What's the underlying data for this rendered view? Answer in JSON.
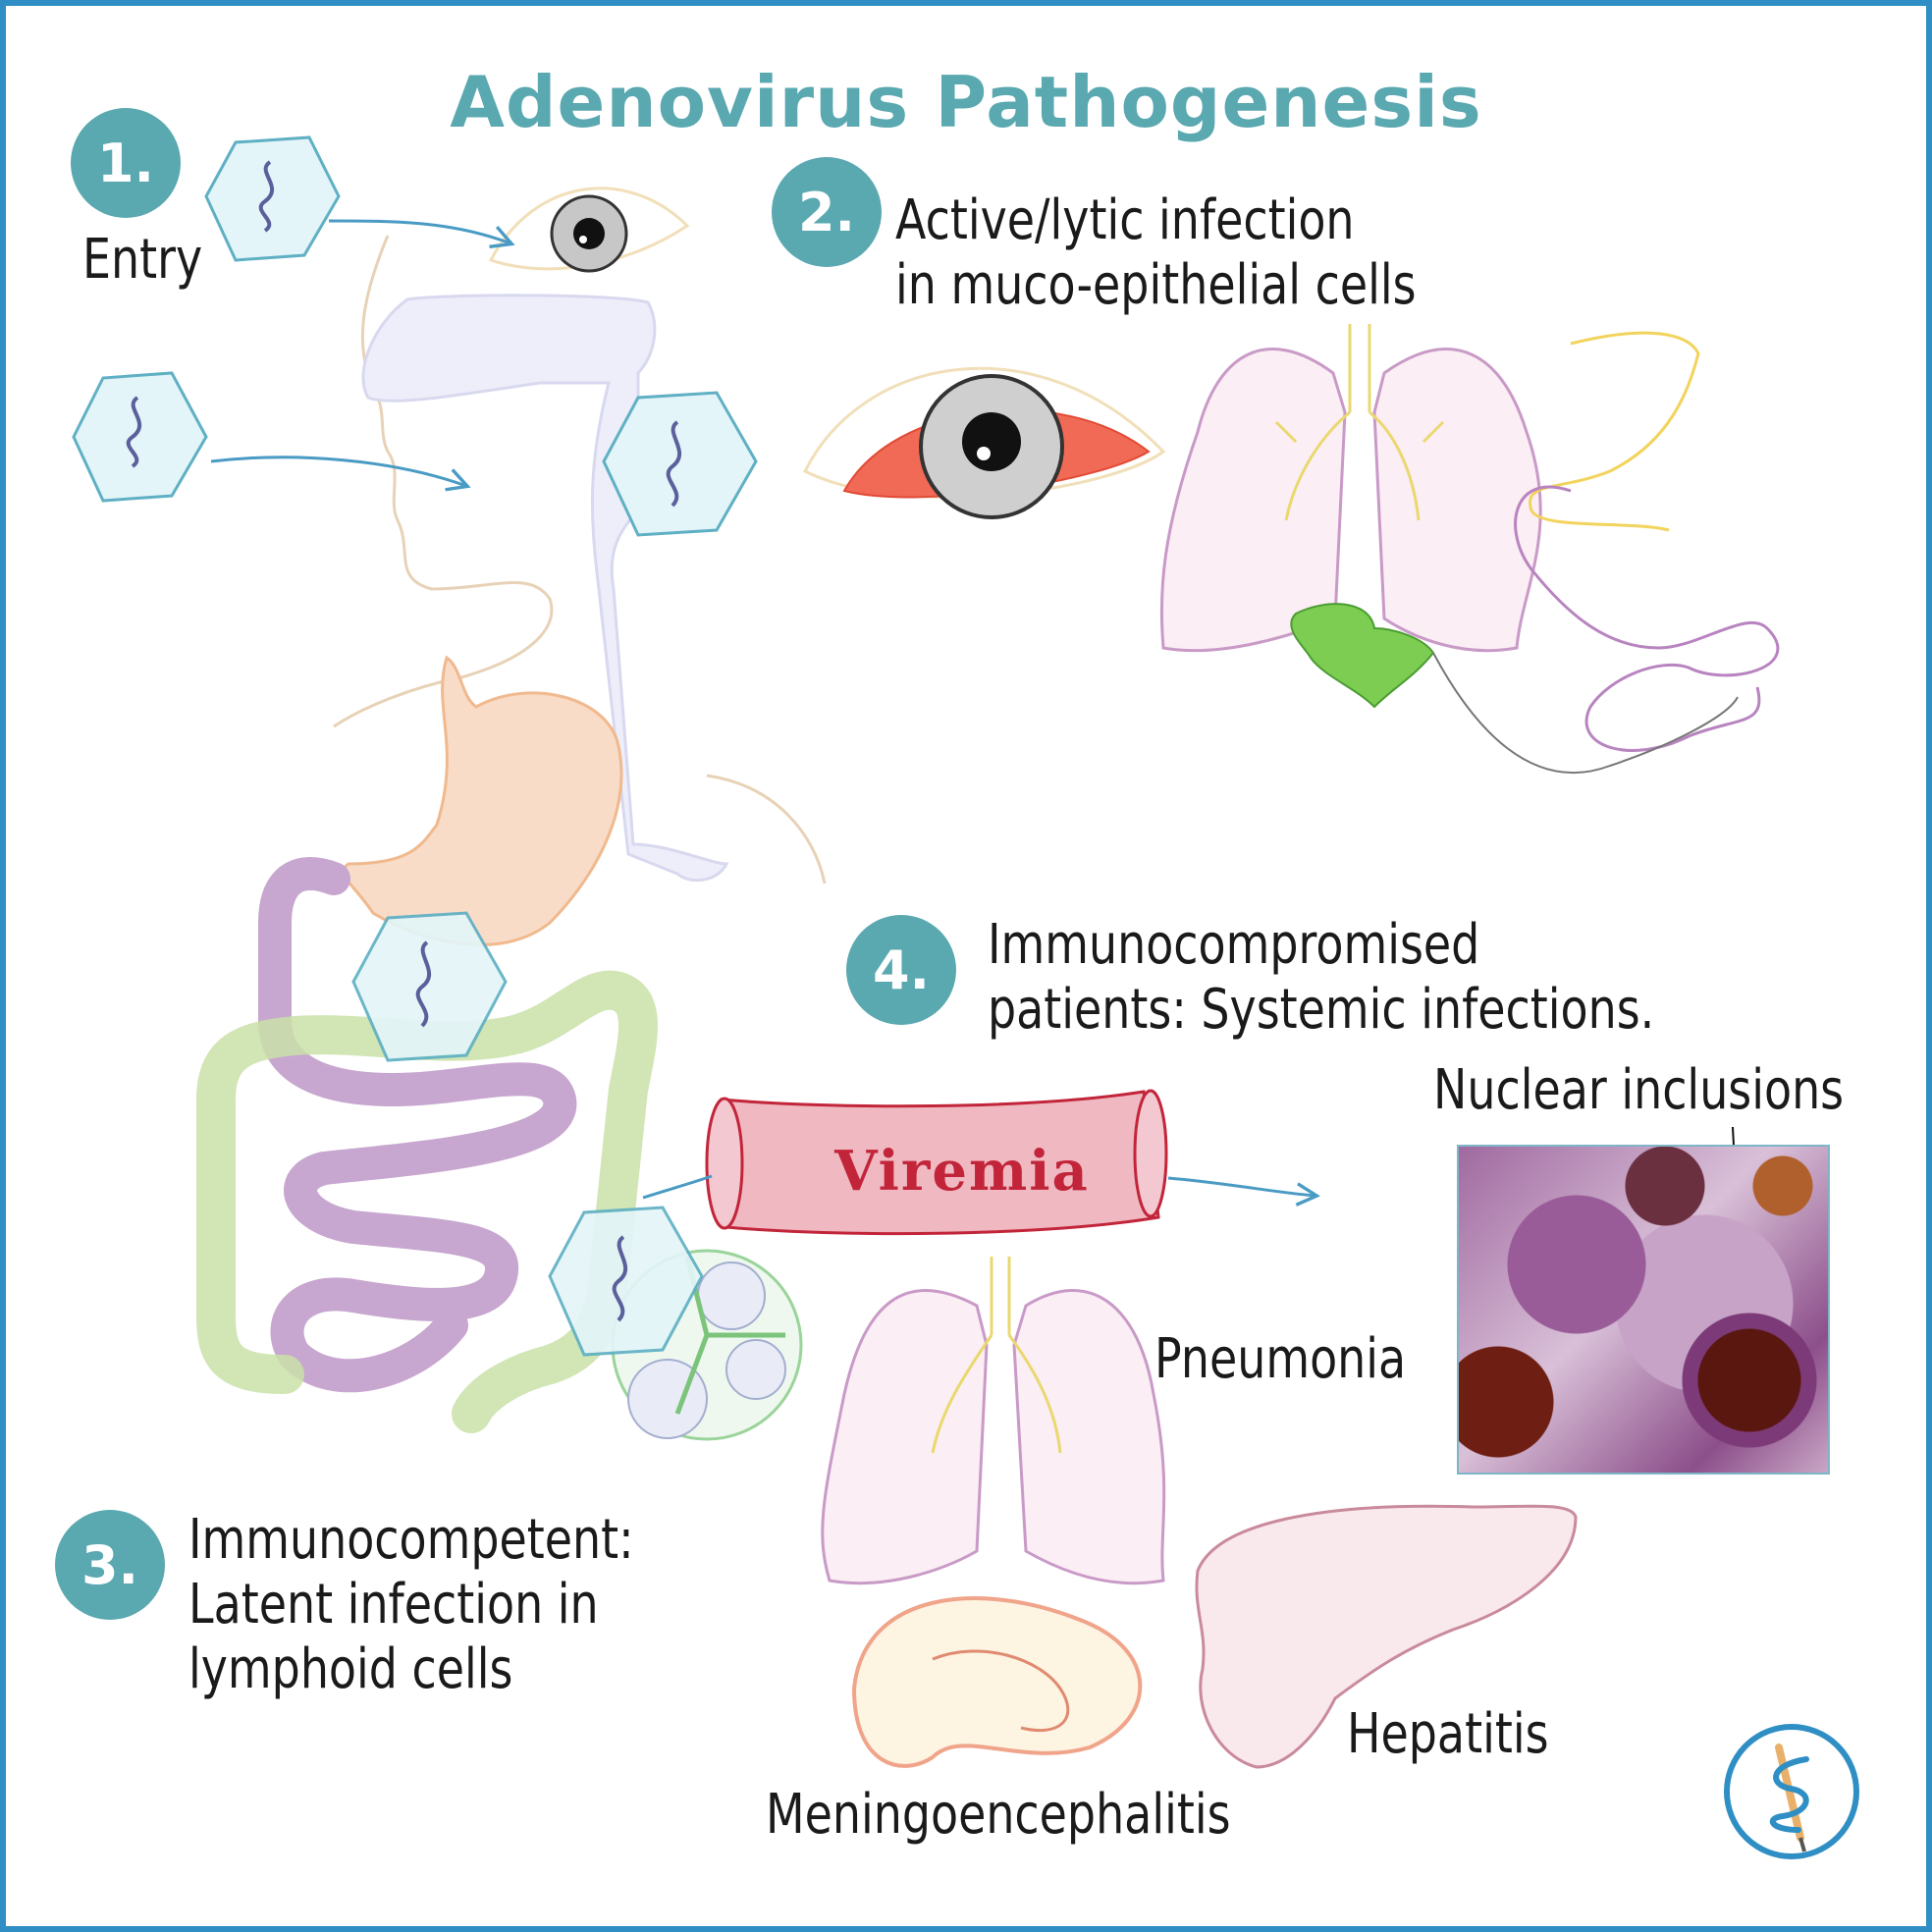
{
  "title": "Adenovirus Pathogenesis",
  "steps": [
    {
      "number": "1.",
      "label_lines": [
        "Entry"
      ]
    },
    {
      "number": "2.",
      "label_lines": [
        "Active/lytic infection",
        "in muco-epithelial cells"
      ]
    },
    {
      "number": "3.",
      "label_lines": [
        "Immunocompetent:",
        "Latent infection in",
        "lymphoid cells"
      ]
    },
    {
      "number": "4.",
      "label_lines": [
        "Immunocompromised",
        "patients: Systemic infections."
      ]
    }
  ],
  "viremia_label": "Viremia",
  "micrograph_label": "Nuclear inclusions",
  "outcomes": {
    "pneumonia": "Pneumonia",
    "meningoencephalitis": "Meningoencephalitis",
    "hepatitis": "Hepatitis"
  },
  "colors": {
    "accent": "#5aa8b0",
    "border": "#2f8fc4",
    "arrow": "#4a9bc4",
    "virus_fill": "#e3f5f8",
    "virus_stroke": "#5fb0c4",
    "viremia_text": "#c2253a",
    "vessel_fill": "#f0b9c2",
    "lung_fill": "#fbeef4",
    "lung_stroke": "#c99ac7",
    "stomach_fill": "#f8dcc8",
    "small_intestine": "#c7a6cf",
    "large_intestine": "#c9e0a8",
    "liver_fill": "#f9e8ec",
    "conjunctiva": "#f06a55"
  },
  "icons": [
    "virus-hexagon-icon",
    "eye-icon",
    "lungs-icon",
    "stomach-icon",
    "intestine-icon",
    "lymph-node-icon",
    "liver-icon",
    "brain-icon",
    "caduceus-logo-icon"
  ]
}
